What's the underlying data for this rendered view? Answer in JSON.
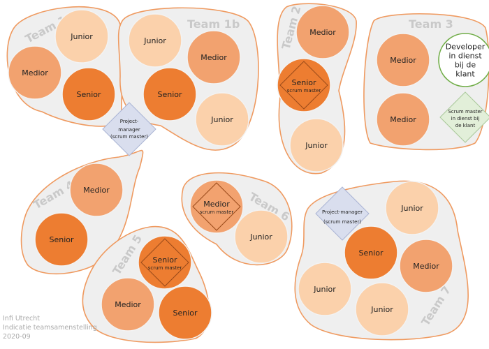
{
  "colors": {
    "junior": "#fbd1ab",
    "medior": "#f2a26f",
    "senior": "#ed7d31",
    "pm": "#d9deee",
    "green_fill": "#ffffff",
    "green_stroke": "#70ad47",
    "green_diamond": "#e2efd9",
    "blob": "#efefef",
    "blob_stroke": "#ef9a60"
  },
  "teams": [
    {
      "id": "team-1a",
      "label": "Team 1a",
      "members": [
        {
          "role": "Junior",
          "level": "junior"
        },
        {
          "role": "Medior",
          "level": "medior"
        },
        {
          "role": "Senior",
          "level": "senior"
        }
      ]
    },
    {
      "id": "team-1b",
      "label": "Team 1b",
      "members": [
        {
          "role": "Junior",
          "level": "junior"
        },
        {
          "role": "Medior",
          "level": "medior"
        },
        {
          "role": "Senior",
          "level": "senior"
        },
        {
          "role": "Junior",
          "level": "junior"
        }
      ]
    },
    {
      "id": "team-2",
      "label": "Team 2",
      "members": [
        {
          "role": "Medior",
          "level": "medior"
        },
        {
          "role": "Senior",
          "level": "senior",
          "sub": "scrum master"
        },
        {
          "role": "Junior",
          "level": "junior"
        }
      ]
    },
    {
      "id": "team-3",
      "label": "Team 3",
      "members": [
        {
          "role": "Medior",
          "level": "medior"
        },
        {
          "role": "Developer in dienst bij de klant",
          "level": "client"
        },
        {
          "role": "Medior",
          "level": "medior"
        },
        {
          "role": "Scrum master in dienst bij de klant",
          "level": "client-sm"
        }
      ]
    },
    {
      "id": "team-4",
      "label": "Team 4",
      "members": [
        {
          "role": "Medior",
          "level": "medior"
        },
        {
          "role": "Senior",
          "level": "senior"
        }
      ]
    },
    {
      "id": "team-5",
      "label": "Team 5",
      "members": [
        {
          "role": "Senior",
          "level": "senior",
          "sub": "scrum master"
        },
        {
          "role": "Medior",
          "level": "medior"
        },
        {
          "role": "Senior",
          "level": "senior"
        }
      ]
    },
    {
      "id": "team-6",
      "label": "Team 6",
      "members": [
        {
          "role": "Medior",
          "level": "medior",
          "sub": "scrum master"
        },
        {
          "role": "Junior",
          "level": "junior"
        }
      ]
    },
    {
      "id": "team-7",
      "label": "Team 7",
      "members": [
        {
          "role": "Project-manager (scrum master)",
          "level": "pm"
        },
        {
          "role": "Junior",
          "level": "junior"
        },
        {
          "role": "Senior",
          "level": "senior"
        },
        {
          "role": "Medior",
          "level": "medior"
        },
        {
          "role": "Junior",
          "level": "junior"
        },
        {
          "role": "Junior",
          "level": "junior"
        }
      ]
    }
  ],
  "shared_pm": {
    "role": "Project-manager (scrum master)",
    "level": "pm"
  },
  "footer": {
    "line1": "Infi Utrecht",
    "line2": "Indicatie teamsamenstelling",
    "line3": "2020-09"
  }
}
